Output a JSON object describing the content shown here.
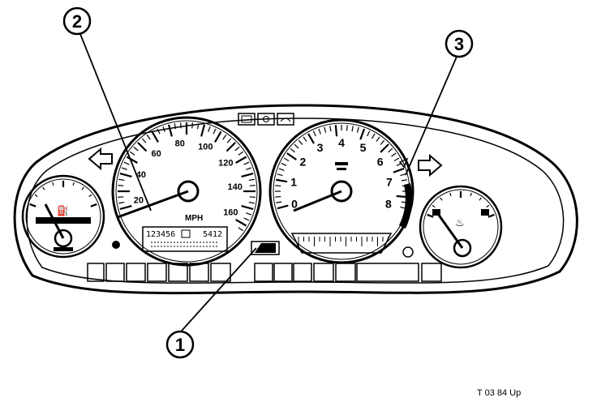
{
  "callouts": {
    "one": "1",
    "two": "2",
    "three": "3"
  },
  "speedometer": {
    "labels": [
      "20",
      "40",
      "60",
      "80",
      "100",
      "120",
      "140",
      "160"
    ],
    "unit": "MPH"
  },
  "tachometer": {
    "labels": [
      "0",
      "1",
      "2",
      "3",
      "4",
      "5",
      "6",
      "7",
      "8"
    ]
  },
  "odometer": {
    "main": "123456",
    "trip": "5412"
  },
  "fuel_gauge": {
    "pump_symbol": "⛽"
  },
  "temp_gauge": {
    "symbol": "♨"
  },
  "caption": "T 03 84 Up"
}
